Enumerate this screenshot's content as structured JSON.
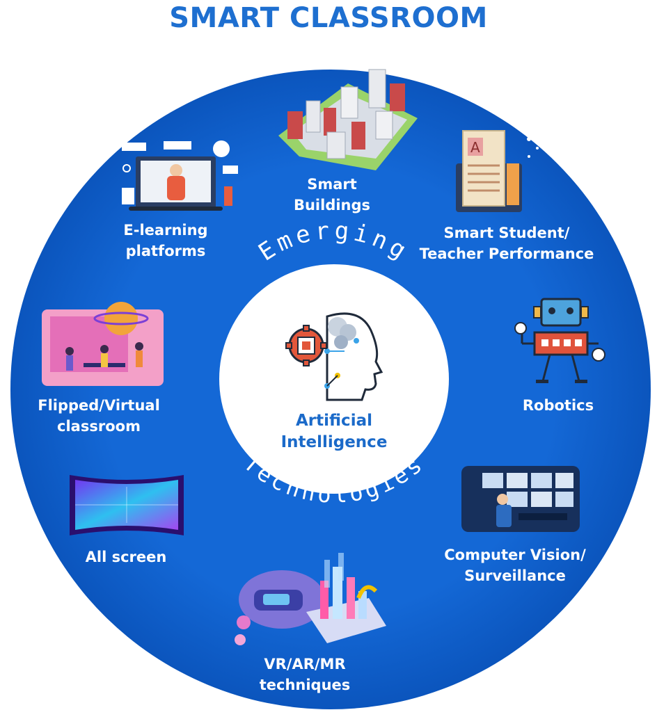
{
  "title": "SMART CLASSROOM",
  "colors": {
    "title": "#1e6fd0",
    "ring": "#0f61cf",
    "ring_edge": "#0a4fb0",
    "center_fill": "#ffffff",
    "center_text": "#1b6ac9",
    "label_text": "#ffffff",
    "arc_text": "#ffffff"
  },
  "center": {
    "icon": "ai-head-brain-gear-icon",
    "line1": "Artificial",
    "line2": "Intelligence"
  },
  "arc_text": {
    "top": "Emerging",
    "bottom": "Technologies"
  },
  "segments": [
    {
      "id": "smart-buildings",
      "icon": "city-buildings-icon",
      "line1": "Smart",
      "line2": "Buildings"
    },
    {
      "id": "smart-performance",
      "icon": "tablet-document-icon",
      "line1": "Smart Student/",
      "line2": "Teacher Performance"
    },
    {
      "id": "robotics",
      "icon": "robot-icon",
      "line1": "Robotics",
      "line2": ""
    },
    {
      "id": "computer-vision",
      "icon": "surveillance-monitors-icon",
      "line1": "Computer Vision/",
      "line2": "Surveillance"
    },
    {
      "id": "vr-ar-mr",
      "icon": "vr-headset-ar-city-icon",
      "line1": "VR/AR/MR",
      "line2": "techniques"
    },
    {
      "id": "all-screen",
      "icon": "curved-led-screen-icon",
      "line1": "All screen",
      "line2": ""
    },
    {
      "id": "flipped-virtual",
      "icon": "virtual-classroom-scene-icon",
      "line1": "Flipped/Virtual",
      "line2": "classroom"
    },
    {
      "id": "e-learning",
      "icon": "online-lecture-screen-icon",
      "line1": "E-learning",
      "line2": "platforms"
    }
  ]
}
